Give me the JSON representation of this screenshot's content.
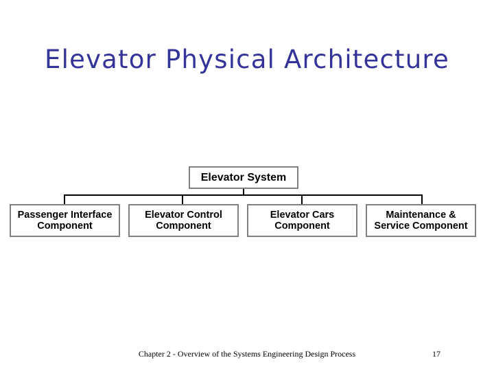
{
  "slide": {
    "title": "Elevator Physical Architecture",
    "title_color": "#333399",
    "background_color": "#ffffff"
  },
  "diagram": {
    "type": "hierarchy-tree",
    "box_border_color": "#808080",
    "box_fill_color": "#ffffff",
    "connector_color": "#000000",
    "root": {
      "label": "Elevator System"
    },
    "children": [
      {
        "label_line1": "Passenger Interface",
        "label_line2": "Component"
      },
      {
        "label_line1": "Elevator Control",
        "label_line2": "Component"
      },
      {
        "label_line1": "Elevator Cars",
        "label_line2": "Component"
      },
      {
        "label_line1": "Maintenance &",
        "label_line2": "Service Component"
      }
    ]
  },
  "footer": {
    "text": "Chapter 2 - Overview of the Systems Engineering Design Process",
    "page_number": "17"
  }
}
